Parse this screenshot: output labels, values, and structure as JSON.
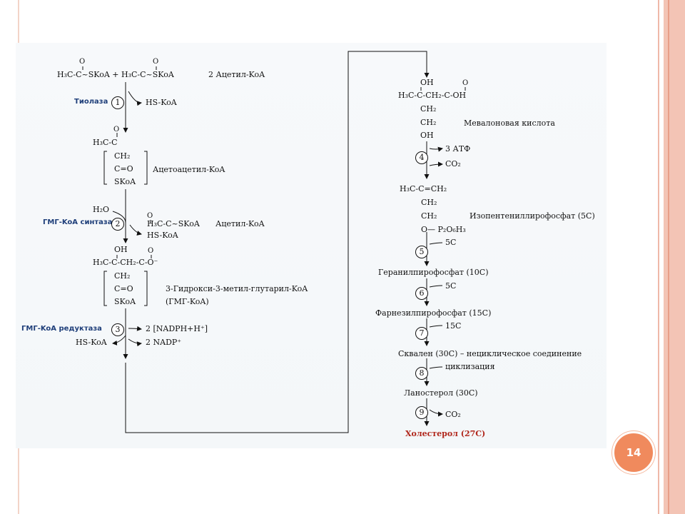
{
  "page_number": "14",
  "step_markers": [
    "1",
    "2",
    "3",
    "4",
    "5",
    "6",
    "7",
    "8",
    "9"
  ],
  "left_column": {
    "reaction1": {
      "o_marks": [
        "O",
        "O"
      ],
      "reactants": "H₃C-C~SKoA + H₃C-C~SKoA",
      "product_label": "2 Ацетил-KoA",
      "enzyme": "Тиолаза",
      "byproduct": "HS-KoA"
    },
    "acetoacetyl": {
      "o_mark": "O",
      "line1": "H₃C-C",
      "line2": "CH₂",
      "line3": "C=O",
      "line4": "SKoA",
      "label": "Ацетоацетил-KoA"
    },
    "reaction2": {
      "water": "H₂O",
      "enzyme": "ГМГ-KoA синтаза",
      "o_mark": "O",
      "input": "H₃C-C~SKoA",
      "input_label": "Ацетил-KoA",
      "byproduct": "HS-KoA"
    },
    "hmg": {
      "oh": "OH",
      "o_mark": "O",
      "line1": "H₃C-C-CH₂-C-O⁻",
      "line2": "CH₂",
      "line3": "C=O",
      "line4": "SKoA",
      "label1": "3-Гидрокси-3-метил-глутарил-KoA",
      "label2": "(ГМГ-KoA)"
    },
    "reaction3": {
      "enzyme": "ГМГ-KoA редуктаза",
      "cofactor_in": "2 [NADPH+H⁺]",
      "byproduct": "HS-KoA",
      "cofactor_out": "2  NADP⁺"
    }
  },
  "right_column": {
    "mevalonate": {
      "oh_top": "OH",
      "o_mark": "O",
      "line1": "H₃C-C-CH₂-C-OH",
      "line2": "CH₂",
      "line3": "CH₂",
      "line4": "OH",
      "label": "Мевалоновая кислота"
    },
    "reaction4": {
      "input": "3 АТФ",
      "output": "CO₂"
    },
    "ipp": {
      "line1": "H₃C-C=CH₂",
      "line2": "CH₂",
      "line3": "CH₂",
      "line4": "O— P₂O₆H₃",
      "label": "Изопентениллирофосфат (5C)"
    },
    "step5_add": "5C",
    "geranyl": "Геранилпирофосфат (10C)",
    "step6_add": "5C",
    "farnesyl": "Фарнезилпирофосфат (15C)",
    "step7_add": "15C",
    "squalene": "Сквален (30C) – нециклическое соединение",
    "step8_note": "циклизация",
    "lanosterol": "Ланостерол (30C)",
    "step9_out": "CO₂",
    "cholesterol": "Холестерол  (27C)"
  },
  "colors": {
    "frame": "#efb8a8",
    "badge": "#f08a5d",
    "enzyme_text": "#1f3f7a",
    "cholesterol_text": "#b0261b"
  }
}
